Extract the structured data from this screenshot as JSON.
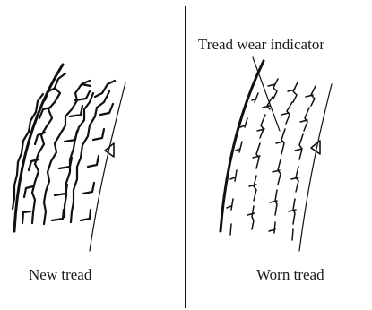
{
  "labels": {
    "new_tread": "New tread",
    "worn_tread": "Worn tread",
    "indicator": "Tread wear indicator"
  },
  "colors": {
    "ink": "#111111",
    "background": "#ffffff"
  }
}
